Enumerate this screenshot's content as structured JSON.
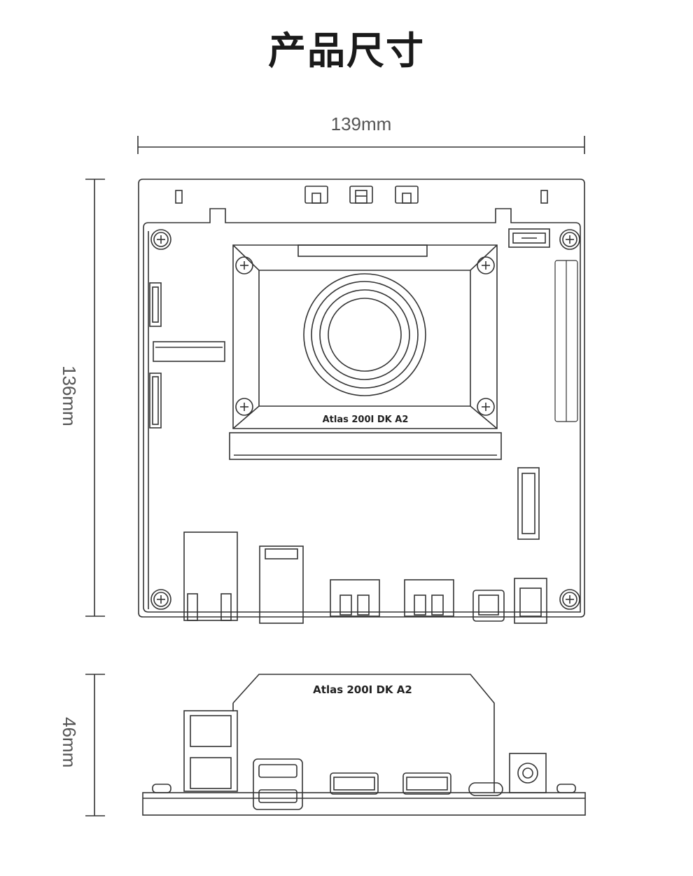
{
  "title": "产品尺寸",
  "dimensions": {
    "width": "139mm",
    "depth": "136mm",
    "height": "46mm"
  },
  "board": {
    "top_view_label": "Atlas 200I DK A2",
    "side_view_label": "Atlas 200I DK A2"
  }
}
